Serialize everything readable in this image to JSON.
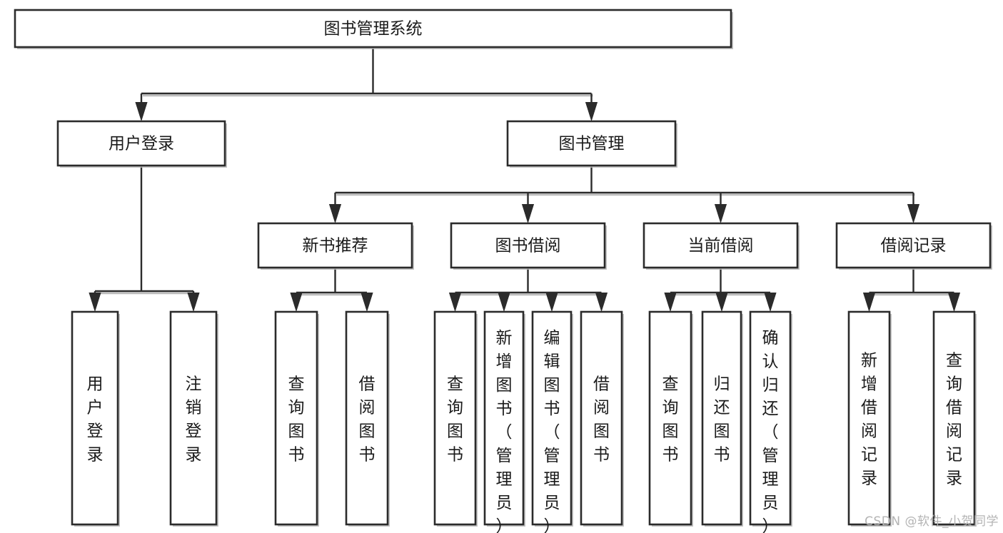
{
  "diagram": {
    "type": "tree",
    "orientation": "top-down",
    "root": {
      "id": "root",
      "label": "图书管理系统",
      "text_orientation": "horizontal"
    },
    "level2": [
      {
        "id": "user-login",
        "label": "用户登录",
        "text_orientation": "horizontal"
      },
      {
        "id": "book-manage",
        "label": "图书管理",
        "text_orientation": "horizontal"
      }
    ],
    "level3": [
      {
        "id": "new-book-rec",
        "label": "新书推荐",
        "parent": "book-manage",
        "text_orientation": "horizontal"
      },
      {
        "id": "book-borrow",
        "label": "图书借阅",
        "parent": "book-manage",
        "text_orientation": "horizontal"
      },
      {
        "id": "current-borrow",
        "label": "当前借阅",
        "parent": "book-manage",
        "text_orientation": "horizontal"
      },
      {
        "id": "borrow-record",
        "label": "借阅记录",
        "parent": "book-manage",
        "text_orientation": "horizontal"
      }
    ],
    "leaves": [
      {
        "id": "leaf-user-login",
        "parent": "user-login",
        "label": "用户登录",
        "chars": [
          "用",
          "户",
          "登",
          "录"
        ],
        "align": "middle"
      },
      {
        "id": "leaf-user-logout",
        "parent": "user-login",
        "label": "注销登录",
        "chars": [
          "注",
          "销",
          "登",
          "录"
        ],
        "align": "middle"
      },
      {
        "id": "leaf-query-book-1",
        "parent": "new-book-rec",
        "label": "查询图书",
        "chars": [
          "查",
          "询",
          "图",
          "书"
        ],
        "align": "middle"
      },
      {
        "id": "leaf-borrow-book-1",
        "parent": "new-book-rec",
        "label": "借阅图书",
        "chars": [
          "借",
          "阅",
          "图",
          "书"
        ],
        "align": "middle"
      },
      {
        "id": "leaf-query-book-2",
        "parent": "book-borrow",
        "label": "查询图书",
        "chars": [
          "查",
          "询",
          "图",
          "书"
        ],
        "align": "middle"
      },
      {
        "id": "leaf-add-book",
        "parent": "book-borrow",
        "label": "新增图书（管理员）",
        "chars": [
          "新",
          "增",
          "图",
          "书",
          "（",
          "管",
          "理",
          "员",
          "）"
        ],
        "align": "top"
      },
      {
        "id": "leaf-edit-book",
        "parent": "book-borrow",
        "label": "编辑图书（管理员）",
        "chars": [
          "编",
          "辑",
          "图",
          "书",
          "（",
          "管",
          "理",
          "员",
          "）"
        ],
        "align": "top"
      },
      {
        "id": "leaf-borrow-book-2",
        "parent": "book-borrow",
        "label": "借阅图书",
        "chars": [
          "借",
          "阅",
          "图",
          "书"
        ],
        "align": "middle"
      },
      {
        "id": "leaf-query-book-3",
        "parent": "current-borrow",
        "label": "查询图书",
        "chars": [
          "查",
          "询",
          "图",
          "书"
        ],
        "align": "middle"
      },
      {
        "id": "leaf-return-book",
        "parent": "current-borrow",
        "label": "归还图书",
        "chars": [
          "归",
          "还",
          "图",
          "书"
        ],
        "align": "middle"
      },
      {
        "id": "leaf-confirm-return",
        "parent": "current-borrow",
        "label": "确认归还（管理员）",
        "chars": [
          "确",
          "认",
          "归",
          "还",
          "（",
          "管",
          "理",
          "员",
          "）"
        ],
        "align": "top"
      },
      {
        "id": "leaf-add-record",
        "parent": "borrow-record",
        "label": "新增借阅记录",
        "chars": [
          "新",
          "增",
          "借",
          "阅",
          "记",
          "录"
        ],
        "align": "middle"
      },
      {
        "id": "leaf-query-record",
        "parent": "borrow-record",
        "label": "查询借阅记录",
        "chars": [
          "查",
          "询",
          "借",
          "阅",
          "记",
          "录"
        ],
        "align": "middle"
      }
    ]
  },
  "watermark": {
    "text": "CSDN @软件_小贺同学"
  },
  "colors": {
    "box_stroke": "#2b2b2b",
    "box_fill": "#ffffff",
    "connector": "#2b2b2b",
    "text": "#1a1a1a",
    "watermark": "#b4b4b4",
    "shadow": "#bdbdbd"
  }
}
